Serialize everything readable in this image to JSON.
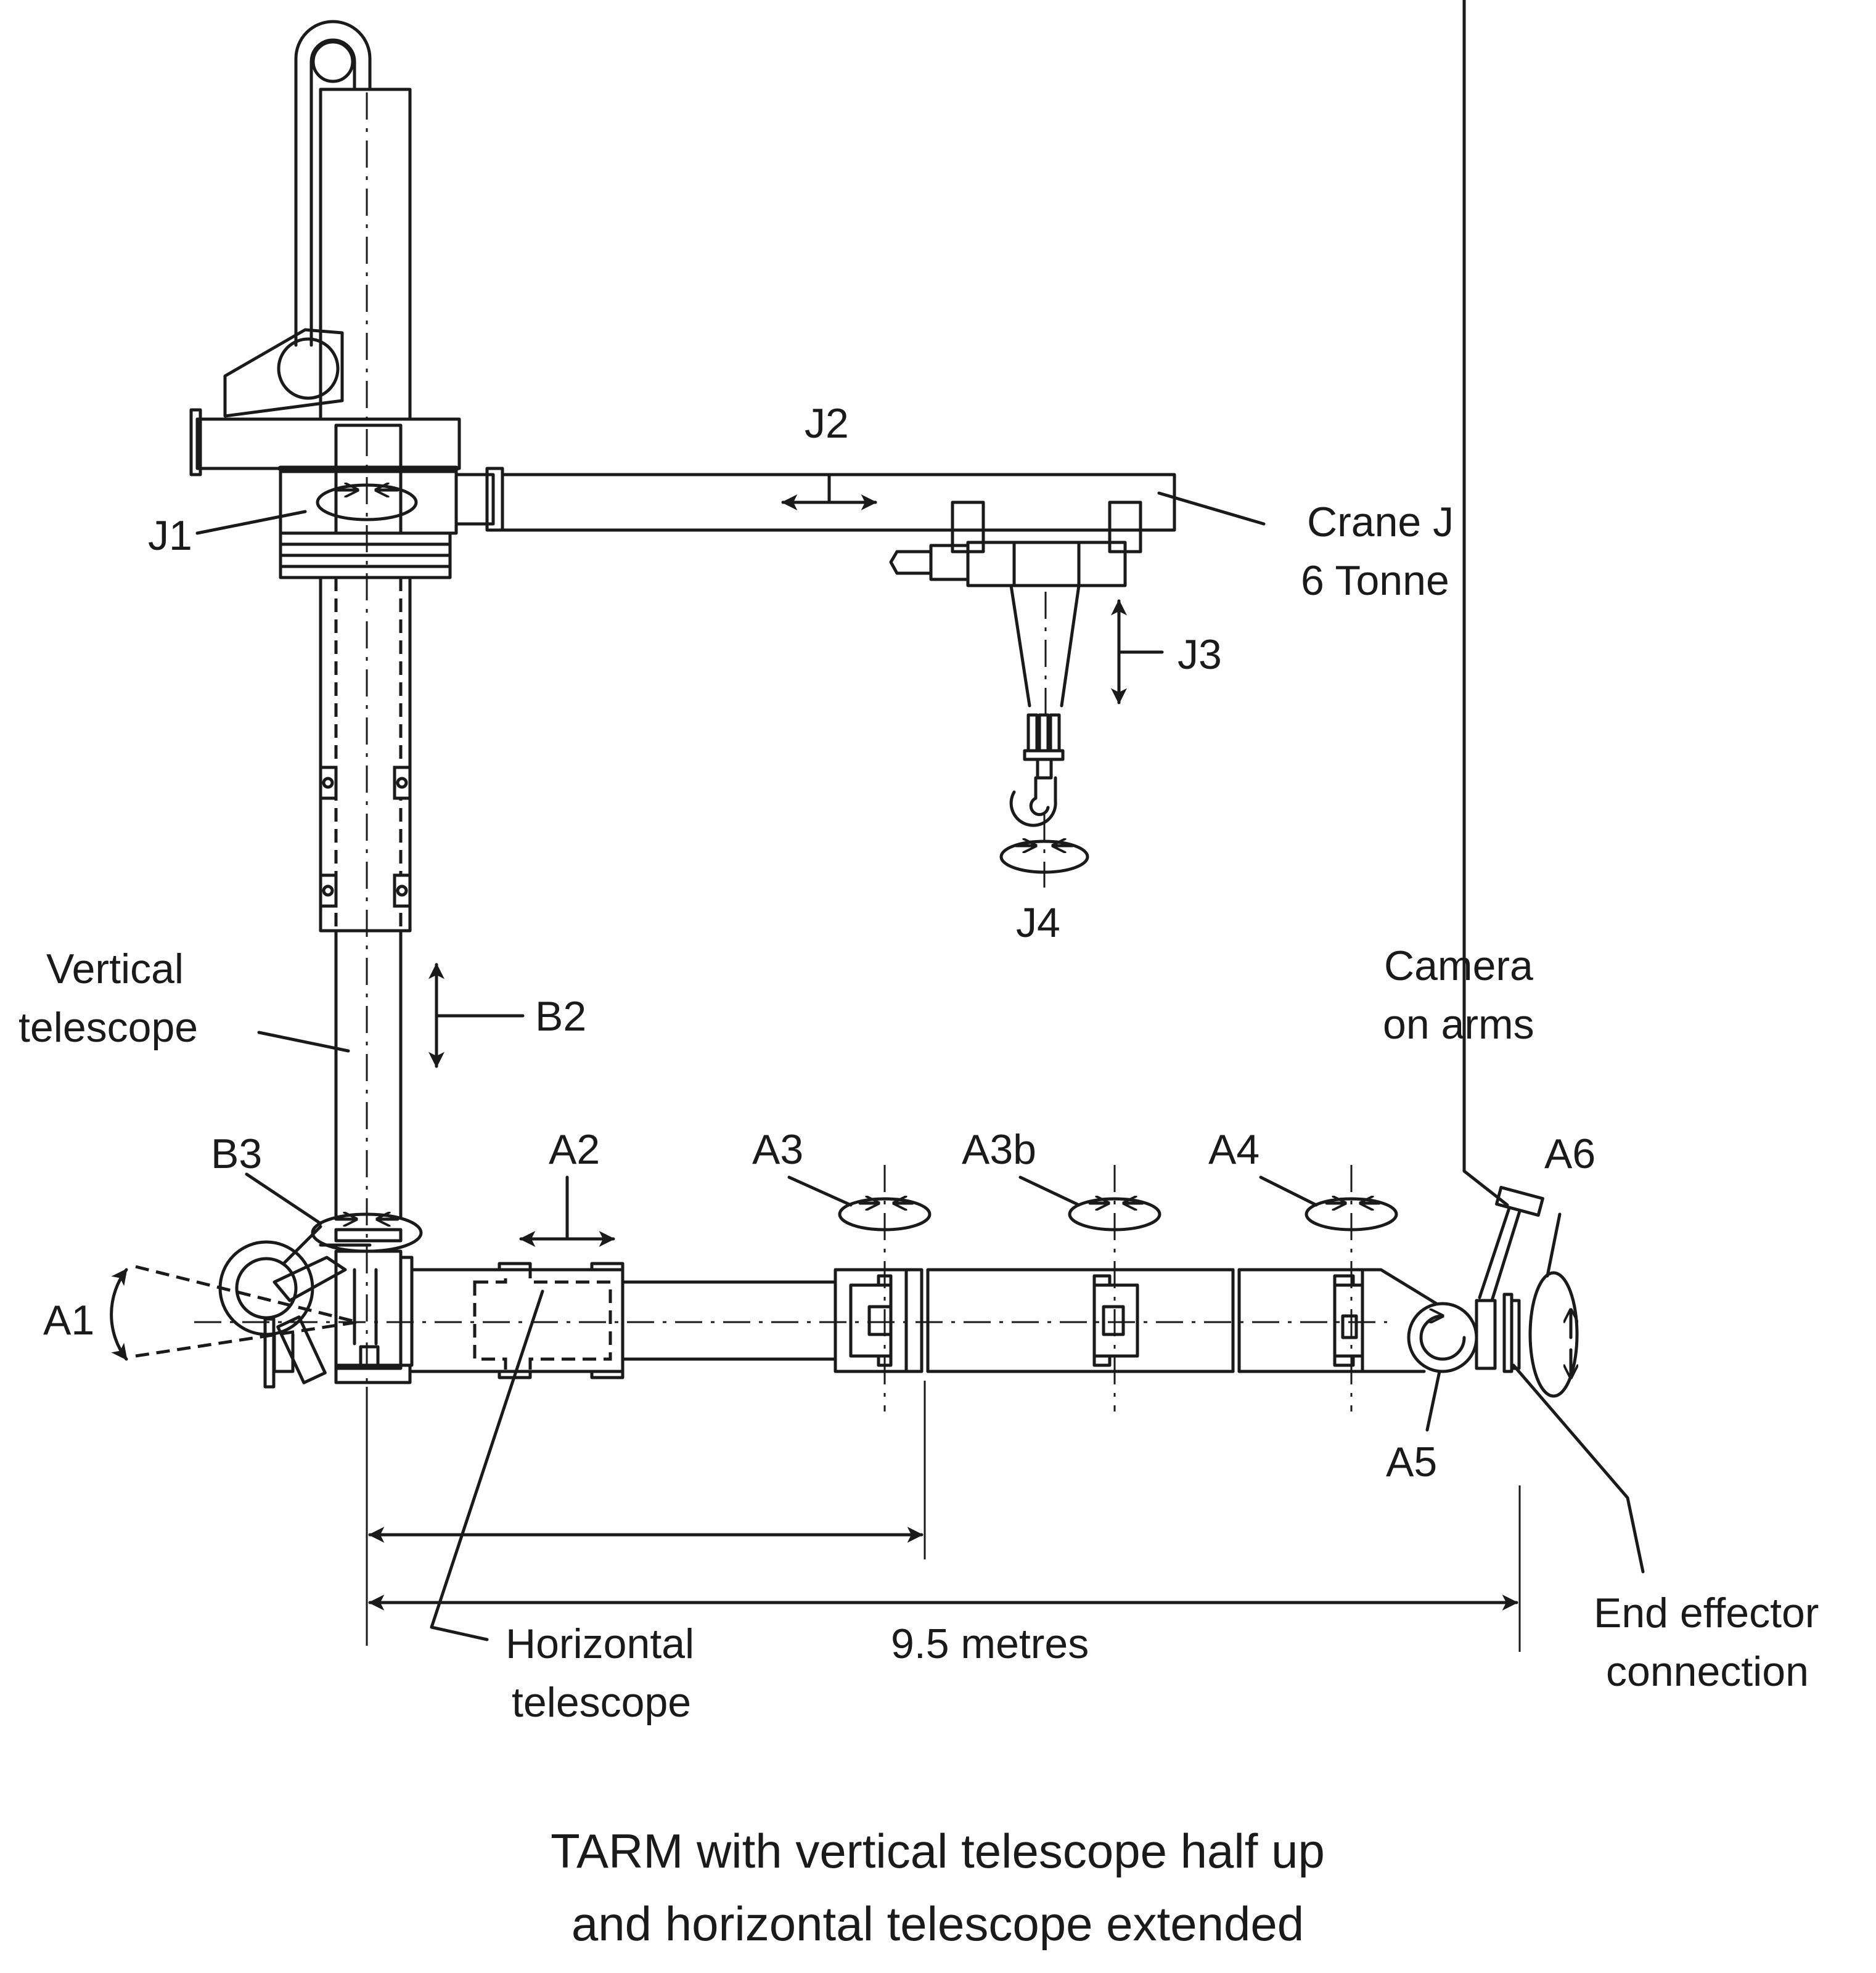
{
  "caption": {
    "line1": "TARM with vertical telescope half up",
    "line2": "and horizontal telescope extended"
  },
  "labels": {
    "crane_line1": "Crane J",
    "crane_line2": "6 Tonne",
    "j1": "J1",
    "j2": "J2",
    "j3": "J3",
    "j4": "J4",
    "vertical_line1": "Vertical",
    "vertical_line2": "telescope",
    "b2": "B2",
    "b3": "B3",
    "a1": "A1",
    "a2": "A2",
    "a3": "A3",
    "a3b": "A3b",
    "a4": "A4",
    "a5": "A5",
    "a6": "A6",
    "camera_line1": "Camera",
    "camera_line2": "on arms",
    "end_line1": "End effector",
    "end_line2": "connection",
    "horizontal_line1": "Horizontal",
    "horizontal_line2": "telescope",
    "dimension": "9.5 metres"
  }
}
